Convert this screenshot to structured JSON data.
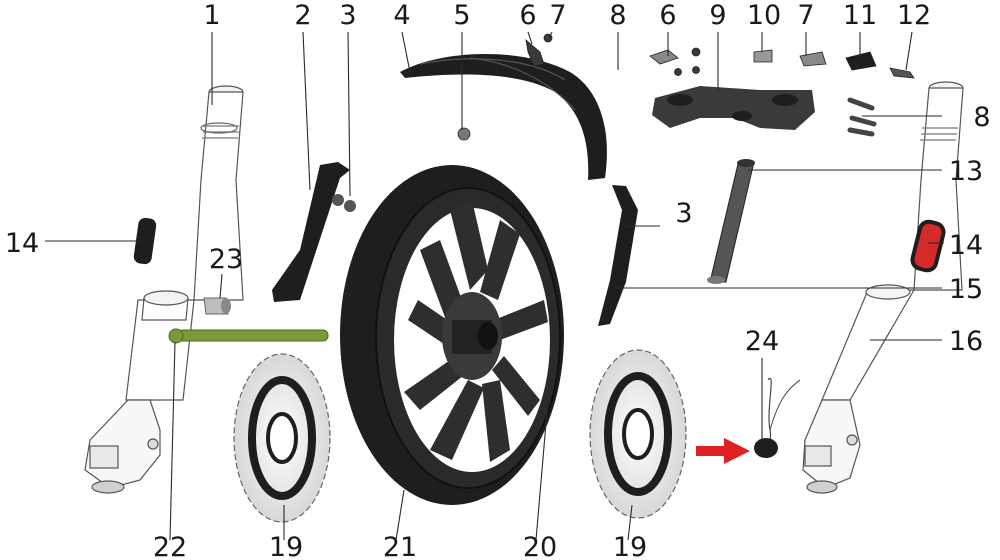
{
  "diagram": {
    "part_numbers": {
      "c1": "1",
      "c2": "2",
      "c3a": "3",
      "c4": "4",
      "c5": "5",
      "c6a": "6",
      "c7a": "7",
      "c8a": "8",
      "c6b": "6",
      "c9": "9",
      "c10": "10",
      "c7b": "7",
      "c11": "11",
      "c12": "12",
      "c8b": "8",
      "c13": "13",
      "c3b": "3",
      "c14a": "14",
      "c14b": "14",
      "c23": "23",
      "c15": "15",
      "c16": "16",
      "c24": "24",
      "c22": "22",
      "c19a": "19",
      "c21": "21",
      "c20": "20",
      "c19b": "19"
    },
    "colors": {
      "part_dark": "#1e1e1e",
      "part_mid": "#3a3a3a",
      "fork_line": "#555555",
      "axle_green": "#7a9a3a",
      "indicator_red": "#e02020",
      "reflector_red": "#d42a2a"
    }
  }
}
